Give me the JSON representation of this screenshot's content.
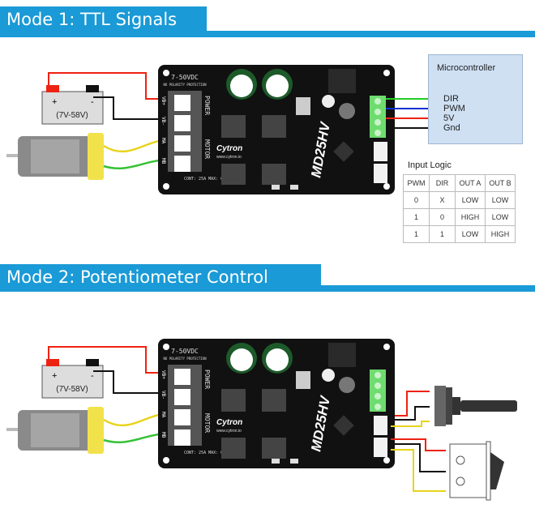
{
  "mode1": {
    "title": "Mode 1: TTL Signals"
  },
  "mode2": {
    "title": "Mode 2: Potentiometer Control"
  },
  "battery": {
    "plus": "+",
    "minus": "-",
    "voltage": "(7V-58V)"
  },
  "board": {
    "voltage": "7-50VDC",
    "protection": "NO POLARITY PROTECTION",
    "power": "POWER",
    "motor": "MOTOR",
    "brand": "Cytron",
    "url": "www.cytron.io",
    "model": "MD25HV",
    "current": "CONT: 25A  MAX: 60A",
    "terminals": [
      "VB+",
      "VB-",
      "MA",
      "MB"
    ]
  },
  "microcontroller": {
    "title": "Microcontroller",
    "pins": [
      "DIR",
      "PWM",
      "5V",
      "Gnd"
    ]
  },
  "input_logic": {
    "title": "Input Logic",
    "headers": [
      "PWM",
      "DIR",
      "OUT A",
      "OUT B"
    ],
    "rows": [
      [
        "0",
        "X",
        "LOW",
        "LOW"
      ],
      [
        "1",
        "0",
        "HIGH",
        "LOW"
      ],
      [
        "1",
        "1",
        "LOW",
        "HIGH"
      ]
    ]
  },
  "colors": {
    "accent": "#1a9ad6",
    "board": "#111111",
    "terminal_green": "#6fdc6f",
    "mcu_box": "#cfe0f3"
  }
}
